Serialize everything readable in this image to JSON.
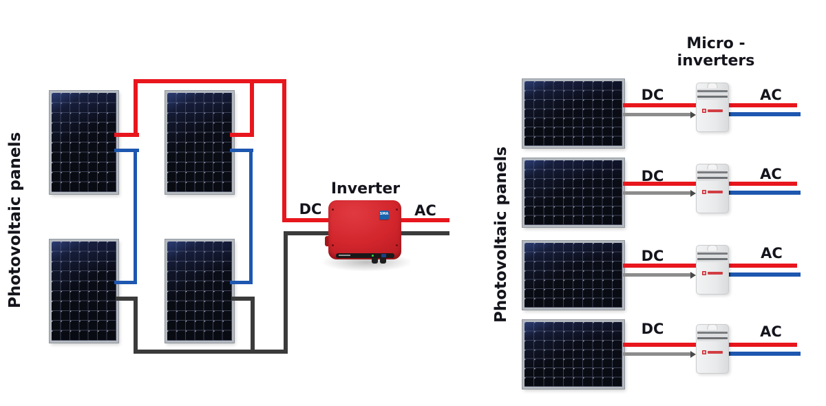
{
  "left_system": {
    "side_label": "Photovoltaic panels",
    "panel_count": 4,
    "inverter": {
      "title": "Inverter",
      "logo": "SMA",
      "dc_label": "DC",
      "ac_label": "AC"
    }
  },
  "right_system": {
    "side_label": "Photovoltaic panels",
    "title_line1": "Micro -",
    "title_line2": "inverters",
    "panel_count": 4,
    "rows": [
      {
        "dc_label": "DC",
        "ac_label": "AC"
      },
      {
        "dc_label": "DC",
        "ac_label": "AC"
      },
      {
        "dc_label": "DC",
        "ac_label": "AC"
      },
      {
        "dc_label": "DC",
        "ac_label": "AC"
      }
    ]
  },
  "colors": {
    "wire_dc_positive_red": "#e8161d",
    "wire_dc_negative_blue": "#1d57b0",
    "wire_ac_dark": "#3b3b3b",
    "wire_dc_negative_gray": "#8c8c8c",
    "wire_ac_blue": "#1d57b0",
    "inverter_body_red": "#d2252c",
    "panel_cell_dark": "#0a0c16",
    "label_text": "#14141c"
  }
}
